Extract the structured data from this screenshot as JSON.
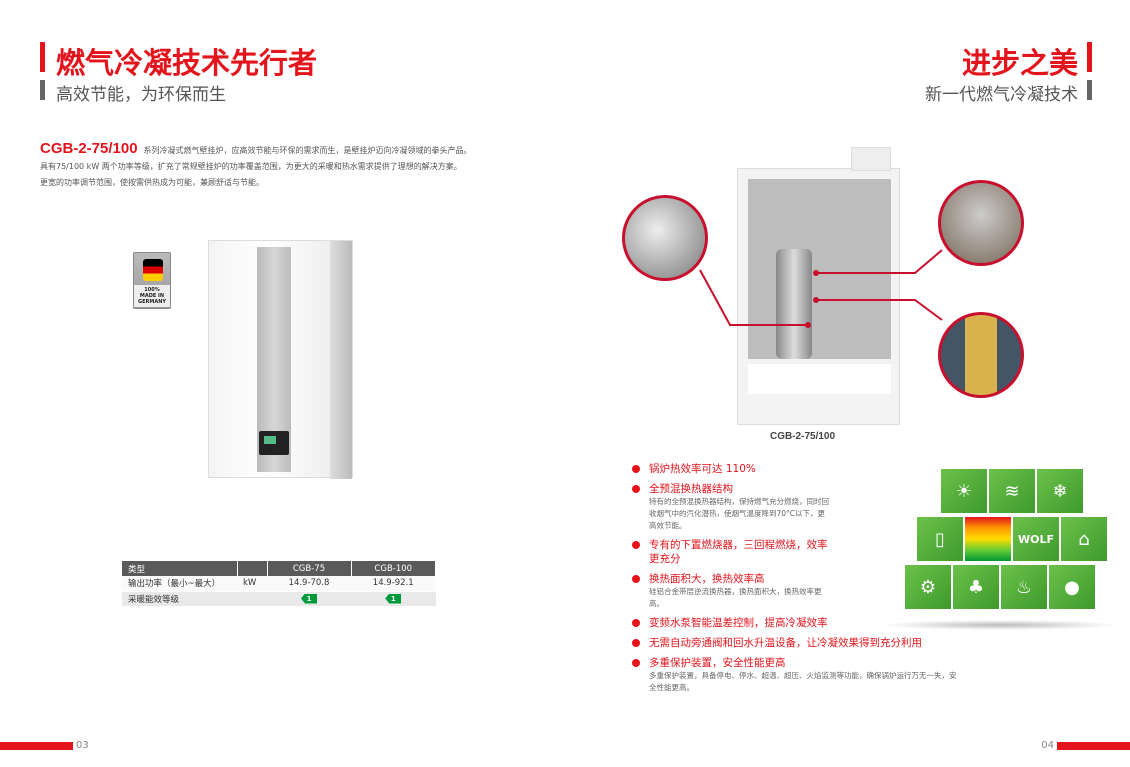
{
  "left": {
    "title": "燃气冷凝技术先行者",
    "subtitle": "高效节能，为环保而生"
  },
  "right": {
    "title": "进步之美",
    "subtitle": "新一代燃气冷凝技术"
  },
  "intro": {
    "model": "CGB-2-75/100",
    "line1": "系列冷凝式燃气壁挂炉，应高效节能与环保的需求而生，是壁挂炉迈向冷凝领域的拳头产品。",
    "line2": "具有75/100 kW 两个功率等级，扩充了常规壁挂炉的功率覆盖范围，为更大的采暖和热水需求提供了理想的解决方案。",
    "line3": "更宽的功率调节范围，使按需供热成为可能，兼顾舒适与节能。"
  },
  "badge": {
    "line1": "100%",
    "line2": "MADE IN",
    "line3": "GERMANY"
  },
  "spec": {
    "headers": [
      "类型",
      "",
      "CGB-75",
      "CGB-100"
    ],
    "rows": [
      {
        "label": "输出功率（最小~最大）",
        "unit": "kW",
        "v1": "14.9-70.8",
        "v2": "14.9-92.1"
      },
      {
        "label": "采暖能效等级",
        "unit": "",
        "v1": "1",
        "v2": "1"
      }
    ]
  },
  "caption": "CGB-2-75/100",
  "features": [
    {
      "title": "锅炉热效率可达 110%",
      "desc": ""
    },
    {
      "title": "全预混换热器结构",
      "desc": "特有的全预混换热器结构，保持燃气充分燃烧，同时回收烟气中的汽化潜热，使烟气温度降到70°C以下，更高效节能。"
    },
    {
      "title": "专有的下置燃烧器，三回程燃烧，效率更充分",
      "desc": ""
    },
    {
      "title": "换热面积大，换热效率高",
      "desc": "硅铝合金带层逆流换热器，换热面积大，换热效率更高。"
    },
    {
      "title": "变频水泵智能温差控制，提高冷凝效率",
      "desc": ""
    },
    {
      "title": "无需自动旁通阀和回水升温设备，让冷凝效果得到充分利用",
      "desc": ""
    },
    {
      "title": "多重保护装置，安全性能更高",
      "desc": "多重保护装置，具备停电、停水、超温、超压、火焰监测等功能，确保锅炉运行万无一失，安全性能更高。"
    }
  ],
  "cube_brand": "WOLF",
  "pages": {
    "left": "03",
    "right": "04"
  }
}
